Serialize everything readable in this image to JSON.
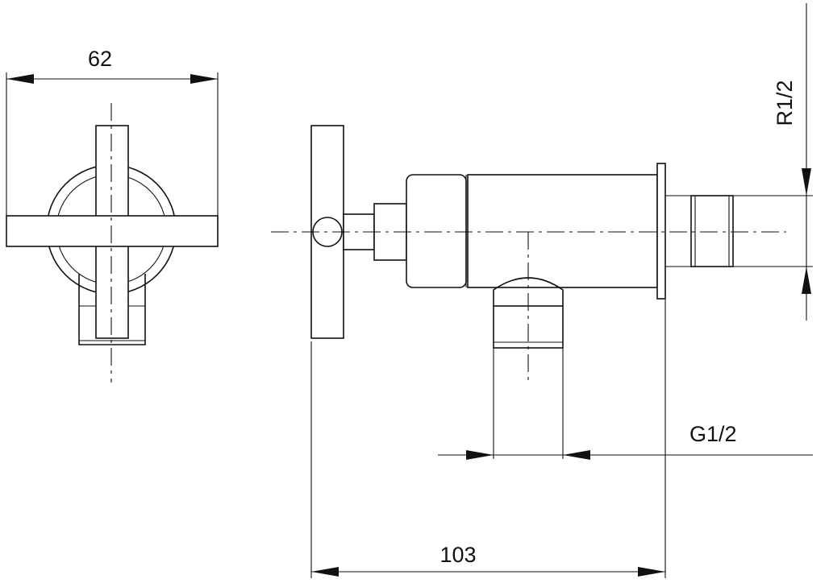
{
  "dimensions": {
    "width_overall": "62",
    "length_overall": "103",
    "outlet_thread": "G1/2",
    "inlet_thread": "R1/2"
  },
  "colors": {
    "line": "#111111",
    "background": "#ffffff"
  }
}
